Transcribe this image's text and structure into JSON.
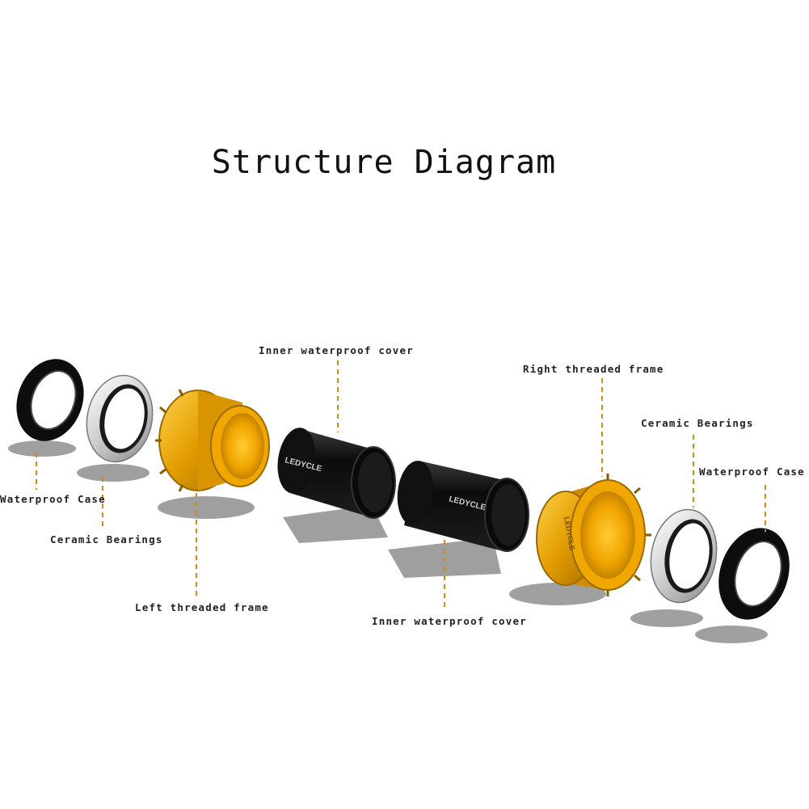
{
  "title": "Structure Diagram",
  "parts": [
    {
      "label": "Waterproof Case"
    },
    {
      "label": "Ceramic Bearings"
    },
    {
      "label": "Left threaded frame"
    },
    {
      "label": "Inner waterproof cover"
    },
    {
      "label": "Inner waterproof cover"
    },
    {
      "label": "Right threaded frame"
    },
    {
      "label": "Ceramic Bearings"
    },
    {
      "label": "Waterproof Case"
    }
  ],
  "brand": "LEDYCLE",
  "colors": {
    "gold": "#e8a600",
    "gold_dark": "#b07a00",
    "black_part": "#111111",
    "silver": "#d9d9d9",
    "leader_line": "#d08a1a"
  }
}
